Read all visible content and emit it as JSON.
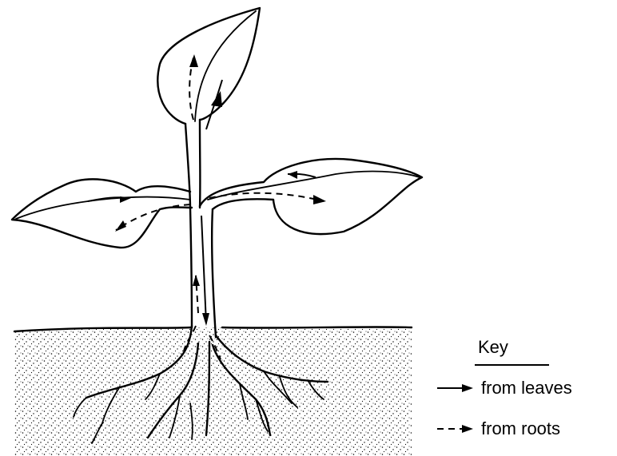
{
  "key": {
    "title": "Key",
    "items": [
      {
        "label": "from leaves",
        "line_style": "solid"
      },
      {
        "label": "from roots",
        "line_style": "dashed"
      }
    ]
  }
}
